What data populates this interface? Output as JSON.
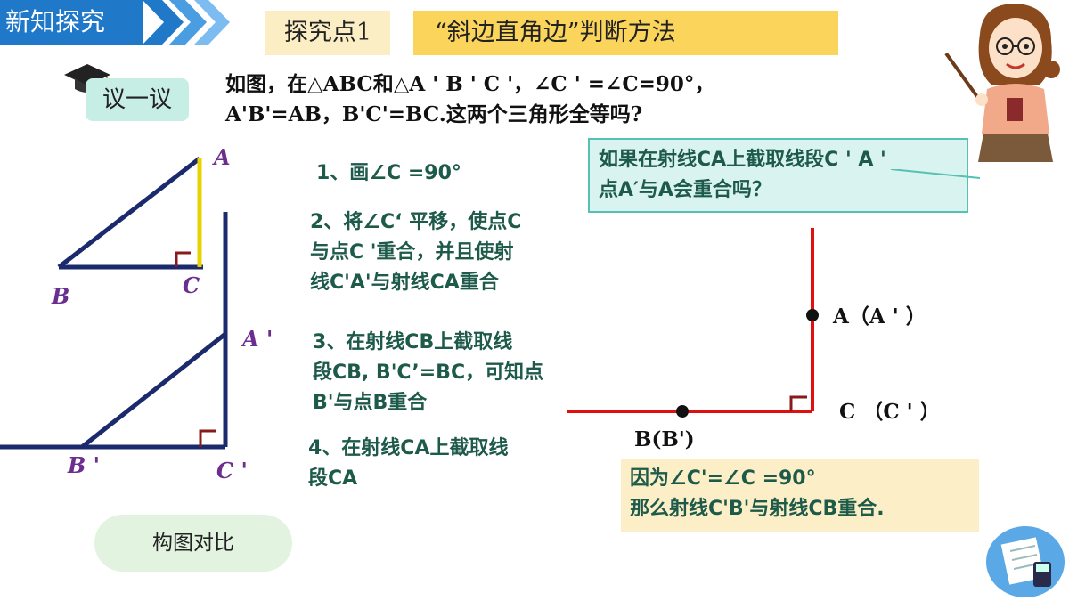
{
  "header": {
    "title": "新知探究"
  },
  "topic": {
    "point_label": "探究点1",
    "method_title": "“斜边直角边”判断方法"
  },
  "discuss": {
    "label": "议一议"
  },
  "question": {
    "line1": "如图，在△ABC和△A ' B ' C '，∠C ' =∠C=90°，",
    "line2": "A'B'=AB，B'C'=BC.这两个三角形全等吗?"
  },
  "steps": [
    {
      "lines": [
        "1、画∠C =90°"
      ]
    },
    {
      "lines": [
        "2、将∠C‘ 平移，使点C",
        "与点C '重合，并且使射",
        "线C'A'与射线CA重合"
      ]
    },
    {
      "lines": [
        "3、在射线CB上截取线",
        "段CB, B'C’=BC，可知点",
        "B'与点B重合"
      ]
    },
    {
      "lines": [
        "4、在射线CA上截取线",
        "段CA"
      ]
    }
  ],
  "hint": {
    "line1": "如果在射线CA上截取线段C ' A '",
    "line2": "点A′与A会重合吗？"
  },
  "reason": {
    "line1": "因为∠C'=∠C =90°",
    "line2": "那么射线C'B'与射线CB重合."
  },
  "compare": {
    "label": "构图对比"
  },
  "labels": {
    "tri1": {
      "A": "A",
      "B": "B",
      "C": "C"
    },
    "tri2": {
      "A": "A '",
      "B": "B '",
      "C": "C '"
    },
    "right": {
      "A": "A（A ' ）",
      "B": "B(B')",
      "C": "C （C ' ）"
    }
  },
  "colors": {
    "header": "#1f78c8",
    "navy": "#1a2a6c",
    "red": "#e01010",
    "yellow": "#e8d200",
    "accent": "#6b2e8f"
  },
  "icons": [
    "graduation-cap-icon",
    "teacher-illustration",
    "study-badge-icon"
  ]
}
